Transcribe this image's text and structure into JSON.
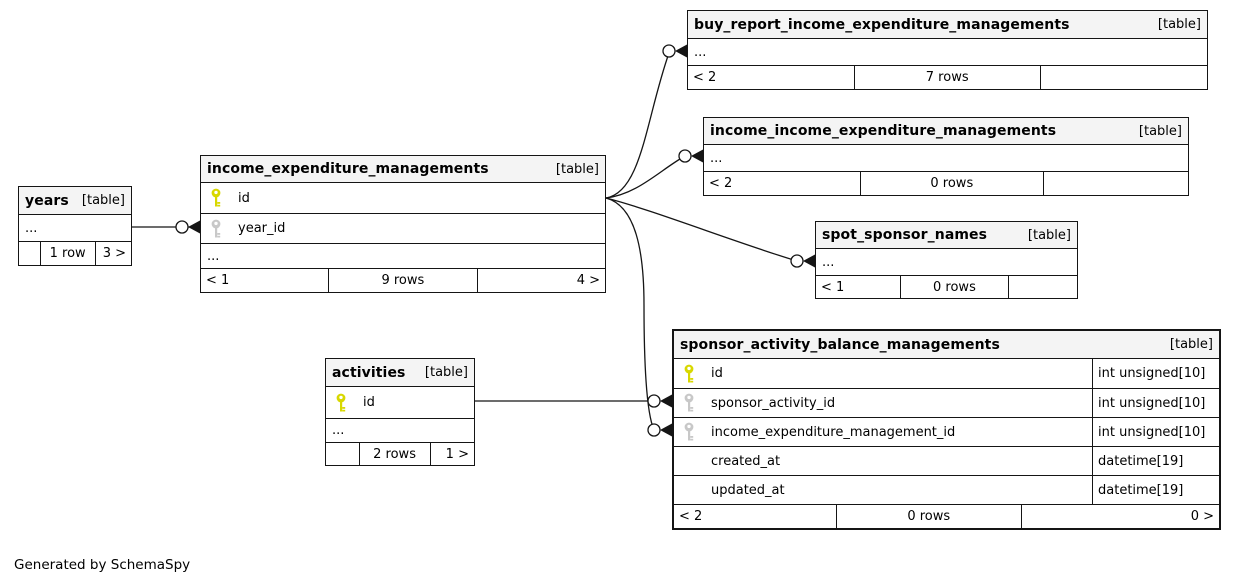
{
  "diagram": {
    "note": "Generated by SchemaSpy",
    "colors": {
      "header_bg": "#f4f4f4",
      "border": "#151515",
      "pk_key": "#d8d800",
      "fk_key": "#c8c8c8"
    },
    "entities": [
      {
        "id": "years",
        "name": "years",
        "tag": "[table]",
        "emphasized": false,
        "columns": [],
        "ellipsis": "...",
        "footer": {
          "left": "",
          "center": "1 row",
          "right": "3 >"
        }
      },
      {
        "id": "income_expenditure_managements",
        "name": "income_expenditure_managements",
        "tag": "[table]",
        "emphasized": false,
        "columns": [
          {
            "name": "id",
            "key": "pk",
            "type": ""
          },
          {
            "name": "year_id",
            "key": "fk",
            "type": ""
          }
        ],
        "ellipsis": "...",
        "footer": {
          "left": "< 1",
          "center": "9 rows",
          "right": "4 >"
        }
      },
      {
        "id": "buy_report_income_expenditure_managements",
        "name": "buy_report_income_expenditure_managements",
        "tag": "[table]",
        "emphasized": false,
        "columns": [],
        "ellipsis": "...",
        "footer": {
          "left": "< 2",
          "center": "7 rows",
          "right": ""
        }
      },
      {
        "id": "income_income_expenditure_managements",
        "name": "income_income_expenditure_managements",
        "tag": "[table]",
        "emphasized": false,
        "columns": [],
        "ellipsis": "...",
        "footer": {
          "left": "< 2",
          "center": "0 rows",
          "right": ""
        }
      },
      {
        "id": "spot_sponsor_names",
        "name": "spot_sponsor_names",
        "tag": "[table]",
        "emphasized": false,
        "columns": [],
        "ellipsis": "...",
        "footer": {
          "left": "< 1",
          "center": "0 rows",
          "right": ""
        }
      },
      {
        "id": "activities",
        "name": "activities",
        "tag": "[table]",
        "emphasized": false,
        "columns": [
          {
            "name": "id",
            "key": "pk",
            "type": ""
          }
        ],
        "ellipsis": "...",
        "footer": {
          "left": "",
          "center": "2 rows",
          "right": "1 >"
        }
      },
      {
        "id": "sponsor_activity_balance_managements",
        "name": "sponsor_activity_balance_managements",
        "tag": "[table]",
        "emphasized": true,
        "columns": [
          {
            "name": "id",
            "key": "pk",
            "type": "int unsigned[10]"
          },
          {
            "name": "sponsor_activity_id",
            "key": "fk",
            "type": "int unsigned[10]"
          },
          {
            "name": "income_expenditure_management_id",
            "key": "fk",
            "type": "int unsigned[10]"
          },
          {
            "name": "created_at",
            "key": "",
            "type": "datetime[19]"
          },
          {
            "name": "updated_at",
            "key": "",
            "type": "datetime[19]"
          }
        ],
        "ellipsis": "",
        "footer": {
          "left": "< 2",
          "center": "0 rows",
          "right": "0 >"
        }
      }
    ],
    "relationships": [
      {
        "parent": "years",
        "child": "income_expenditure_managements",
        "child_column": "year_id"
      },
      {
        "parent": "income_expenditure_managements",
        "child": "buy_report_income_expenditure_managements",
        "child_column": ""
      },
      {
        "parent": "income_expenditure_managements",
        "child": "income_income_expenditure_managements",
        "child_column": ""
      },
      {
        "parent": "income_expenditure_managements",
        "child": "spot_sponsor_names",
        "child_column": ""
      },
      {
        "parent": "income_expenditure_managements",
        "child": "sponsor_activity_balance_managements",
        "child_column": "income_expenditure_management_id"
      },
      {
        "parent": "activities",
        "child": "sponsor_activity_balance_managements",
        "child_column": "sponsor_activity_id"
      }
    ]
  }
}
